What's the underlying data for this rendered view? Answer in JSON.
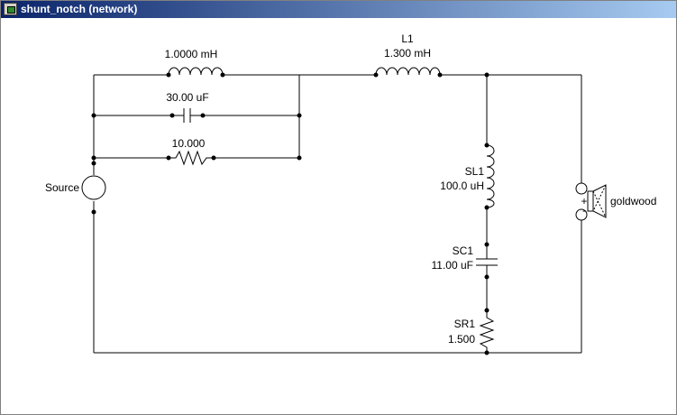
{
  "window": {
    "title": "shunt_notch (network)"
  },
  "components": {
    "inductor_parallel": {
      "value": "1.0000 mH"
    },
    "capacitor_parallel": {
      "value": "30.00 uF"
    },
    "resistor_parallel": {
      "value": "10.000"
    },
    "series_inductor": {
      "name": "L1",
      "value": "1.300 mH"
    },
    "source": {
      "name": "Source"
    },
    "shunt_inductor": {
      "name": "SL1",
      "value": "100.0 uH"
    },
    "shunt_capacitor": {
      "name": "SC1",
      "value": "11.00 uF"
    },
    "shunt_resistor": {
      "name": "SR1",
      "value": "1.500"
    },
    "speaker": {
      "name": "goldwood",
      "plus": "+",
      "minus": "-"
    }
  }
}
